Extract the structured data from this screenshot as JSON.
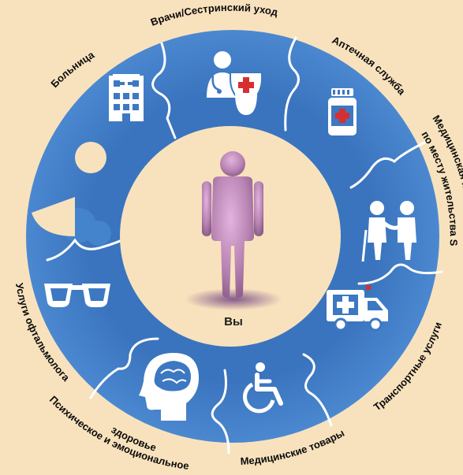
{
  "center": {
    "label": "Вы"
  },
  "segments": [
    {
      "label": "Больница",
      "icon": "hospital-building-icon"
    },
    {
      "label": "Врачи/Сестринский уход",
      "icon": "doctor-nurse-icon"
    },
    {
      "label": "Аптечная служба",
      "icon": "medicine-bottle-icon"
    },
    {
      "label_line1": "Медицинская помощь на дому/",
      "label_line2": "по месту жительства S",
      "icon": "home-care-icon"
    },
    {
      "label": "Транспортные услуги",
      "icon": "ambulance-icon"
    },
    {
      "label": "Медицинские товары",
      "icon": "wheelchair-icon"
    },
    {
      "label_line1": "Психическое и эмоциональное",
      "label_line2": "здоровье",
      "icon": "head-brain-icon"
    },
    {
      "label": "Услуги офтальмолога",
      "icon": "eyeglasses-icon"
    }
  ],
  "colors": {
    "background": "#f8e2bd",
    "puzzle_blue": "#3d78c2",
    "puzzle_blue_light": "#4a86cf",
    "seam": "#ffffff",
    "inner_circle": "#f8e2bd",
    "person": "#b985b4"
  }
}
